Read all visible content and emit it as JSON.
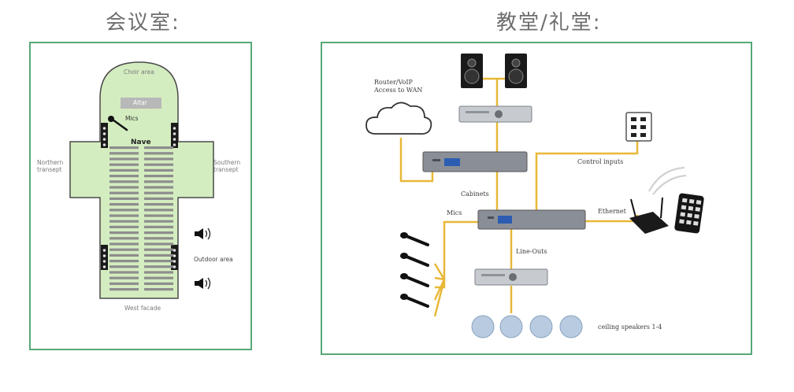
{
  "headings": {
    "left": "会议室:",
    "right": "教堂/礼堂:"
  },
  "floorplan": {
    "choir_area": "Choir area",
    "altar": "Altar",
    "mics": "Mics",
    "nave": "Nave",
    "left_transept": "Northern transept",
    "right_transept": "Southern transept",
    "outdoor_area": "Outdoor area",
    "west_facade": "West facade",
    "fill_color": "#d4edc0",
    "outline_color": "#4a4a4a"
  },
  "network": {
    "router_label": "Router/VoIP\nAccess to WAN",
    "control_inputs": "Control inputs",
    "cabinets": "Cabinets",
    "mics": "Mics",
    "ethernet": "Ethernet",
    "line_outs": "Line-Outs",
    "ceiling_speakers": "ceiling speakers 1-4",
    "wire_color": "#e8b838"
  }
}
